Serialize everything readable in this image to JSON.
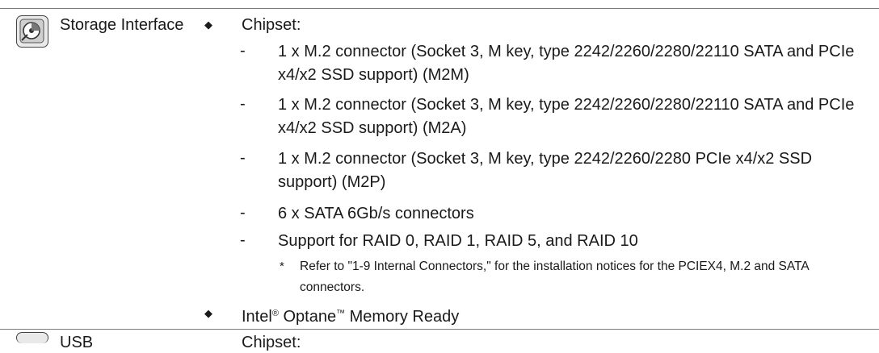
{
  "section": {
    "title": "Storage Interface",
    "icon": "storage-disk-icon",
    "bullet_glyph": "◆"
  },
  "chipset": {
    "label": "Chipset:",
    "items": [
      "1 x M.2 connector (Socket 3, M key, type 2242/2260/2280/22110 SATA and PCIe x4/x2 SSD support) (M2M)",
      "1 x M.2 connector (Socket 3, M key, type 2242/2260/2280/22110 SATA and PCIe x4/x2 SSD support) (M2A)",
      "1 x M.2 connector (Socket 3, M key, type 2242/2260/2280 PCIe x4/x2 SSD support) (M2P)",
      "6 x SATA 6Gb/s connectors",
      "Support for RAID 0, RAID 1, RAID 5, and RAID 10"
    ],
    "dash_glyph": "-",
    "note": {
      "star": "*",
      "text": "Refer to \"1-9 Internal Connectors,\" for the installation notices for the PCIEX4, M.2 and SATA connectors."
    }
  },
  "optane": {
    "part1": "Intel",
    "reg": "®",
    "part2": " Optane",
    "tm": "™",
    "part3": " Memory Ready"
  },
  "next_section": {
    "title": "USB",
    "label": "Chipset:"
  }
}
